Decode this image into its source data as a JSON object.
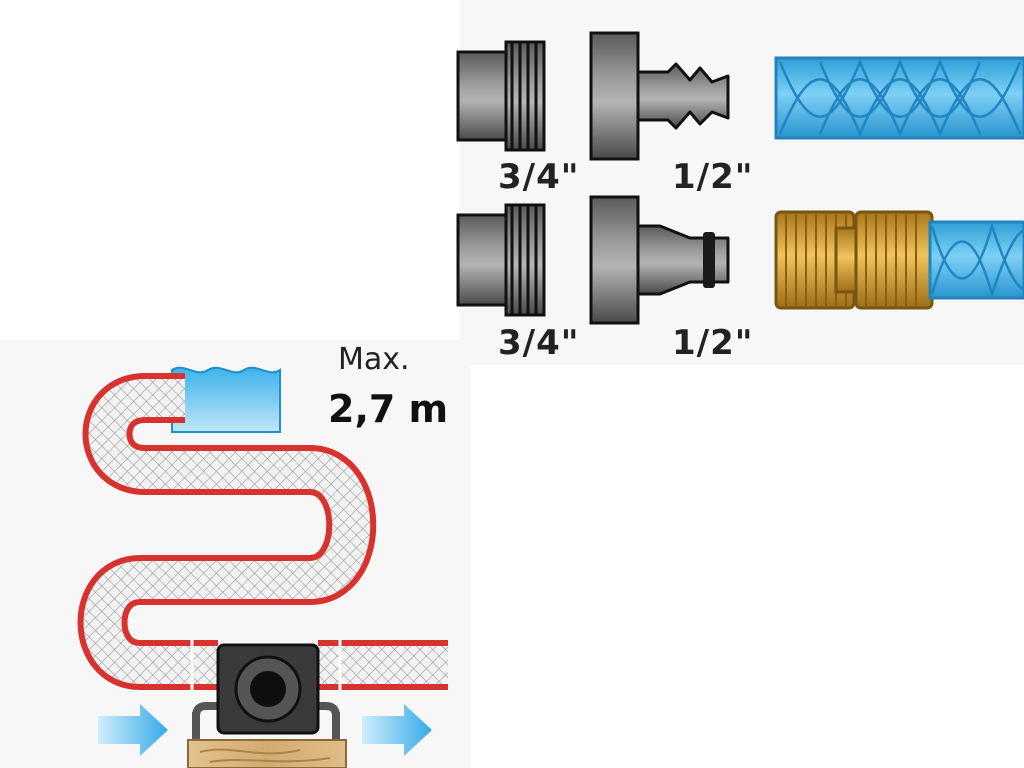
{
  "diagram": {
    "thread_row1_size": "3/4\"",
    "outlet_row1_size": "1/2\"",
    "thread_row2_size": "3/4\"",
    "outlet_row2_size": "1/2\"",
    "suction": {
      "max_label": "Max.",
      "height_value": "2,7 m"
    }
  },
  "colors": {
    "fitting_grey": "#6e6e6e",
    "hose_blue": "#4fb8ea",
    "brass": "#d9a53a",
    "suction_hose_red": "#d8322f",
    "water": "#2fa6e0",
    "arrow_blue": "#35a9e6",
    "wood": "#d8b27a"
  },
  "icons": [
    "threaded-male-fitting-icon",
    "hose-barb-adapter-icon",
    "quick-connect-adapter-icon",
    "blue-garden-hose-icon",
    "brass-hose-coupling-icon",
    "water-reservoir-icon",
    "coiled-suction-hose-icon",
    "pump-icon",
    "flow-in-arrow-icon",
    "flow-out-arrow-icon"
  ]
}
